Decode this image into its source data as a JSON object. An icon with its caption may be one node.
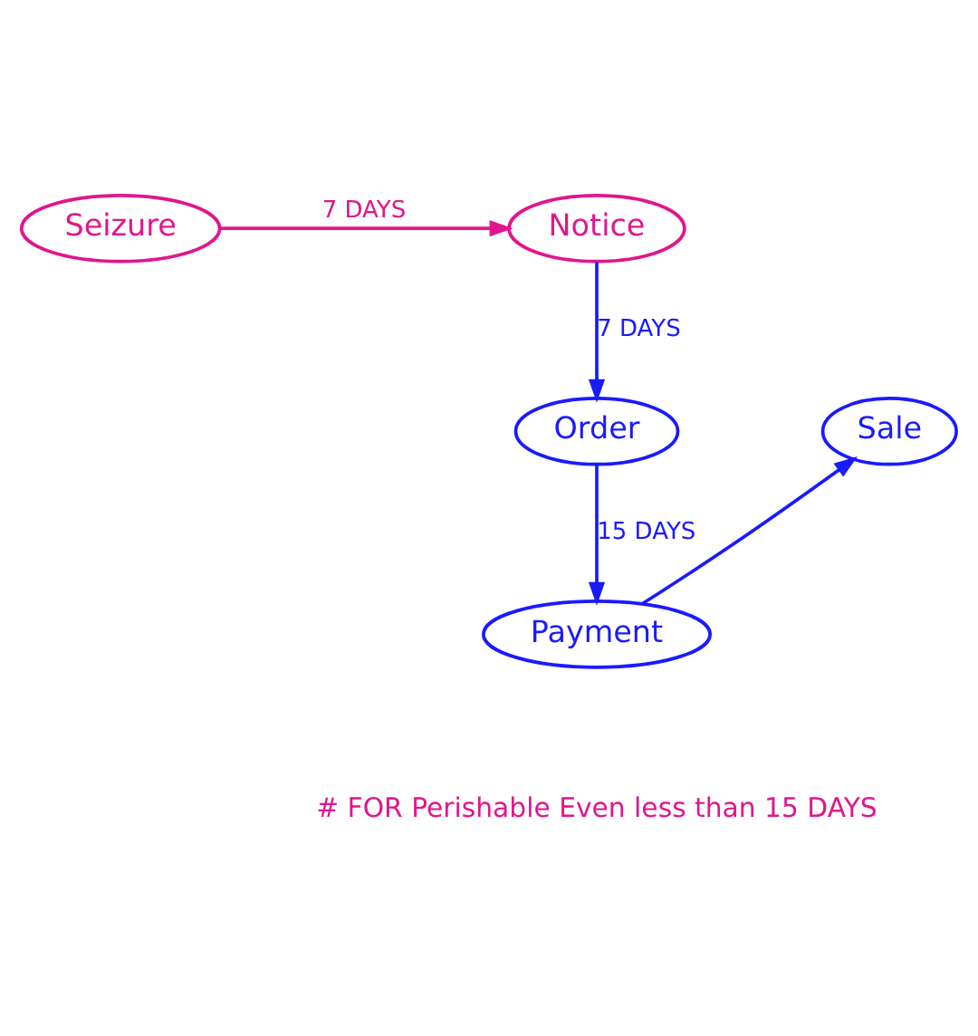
{
  "diagram": {
    "nodes": [
      {
        "text": [
          "Seizure"
        ]
      },
      {
        "text": [
          "Notice"
        ]
      },
      {
        "text": [
          "Sale"
        ]
      },
      {
        "text": [
          "Order"
        ]
      },
      {
        "text": [
          "Payment"
        ]
      }
    ],
    "edges": [
      {
        "from": 0,
        "to": 1,
        "arrow": "to",
        "label": "7 DAYS",
        "color": "#e0168c"
      },
      {
        "from": 1,
        "to": 3,
        "arrow": "to",
        "label": "7 DAYS"
      },
      {
        "from": 3,
        "to": 4,
        "arrow": "to",
        "label": "15 DAYS"
      },
      {
        "from": 4,
        "to": 2,
        "arrow": "to"
      }
    ],
    "labels": [
      "# FOR Perishable Even less than 15 DAYS"
    ]
  }
}
